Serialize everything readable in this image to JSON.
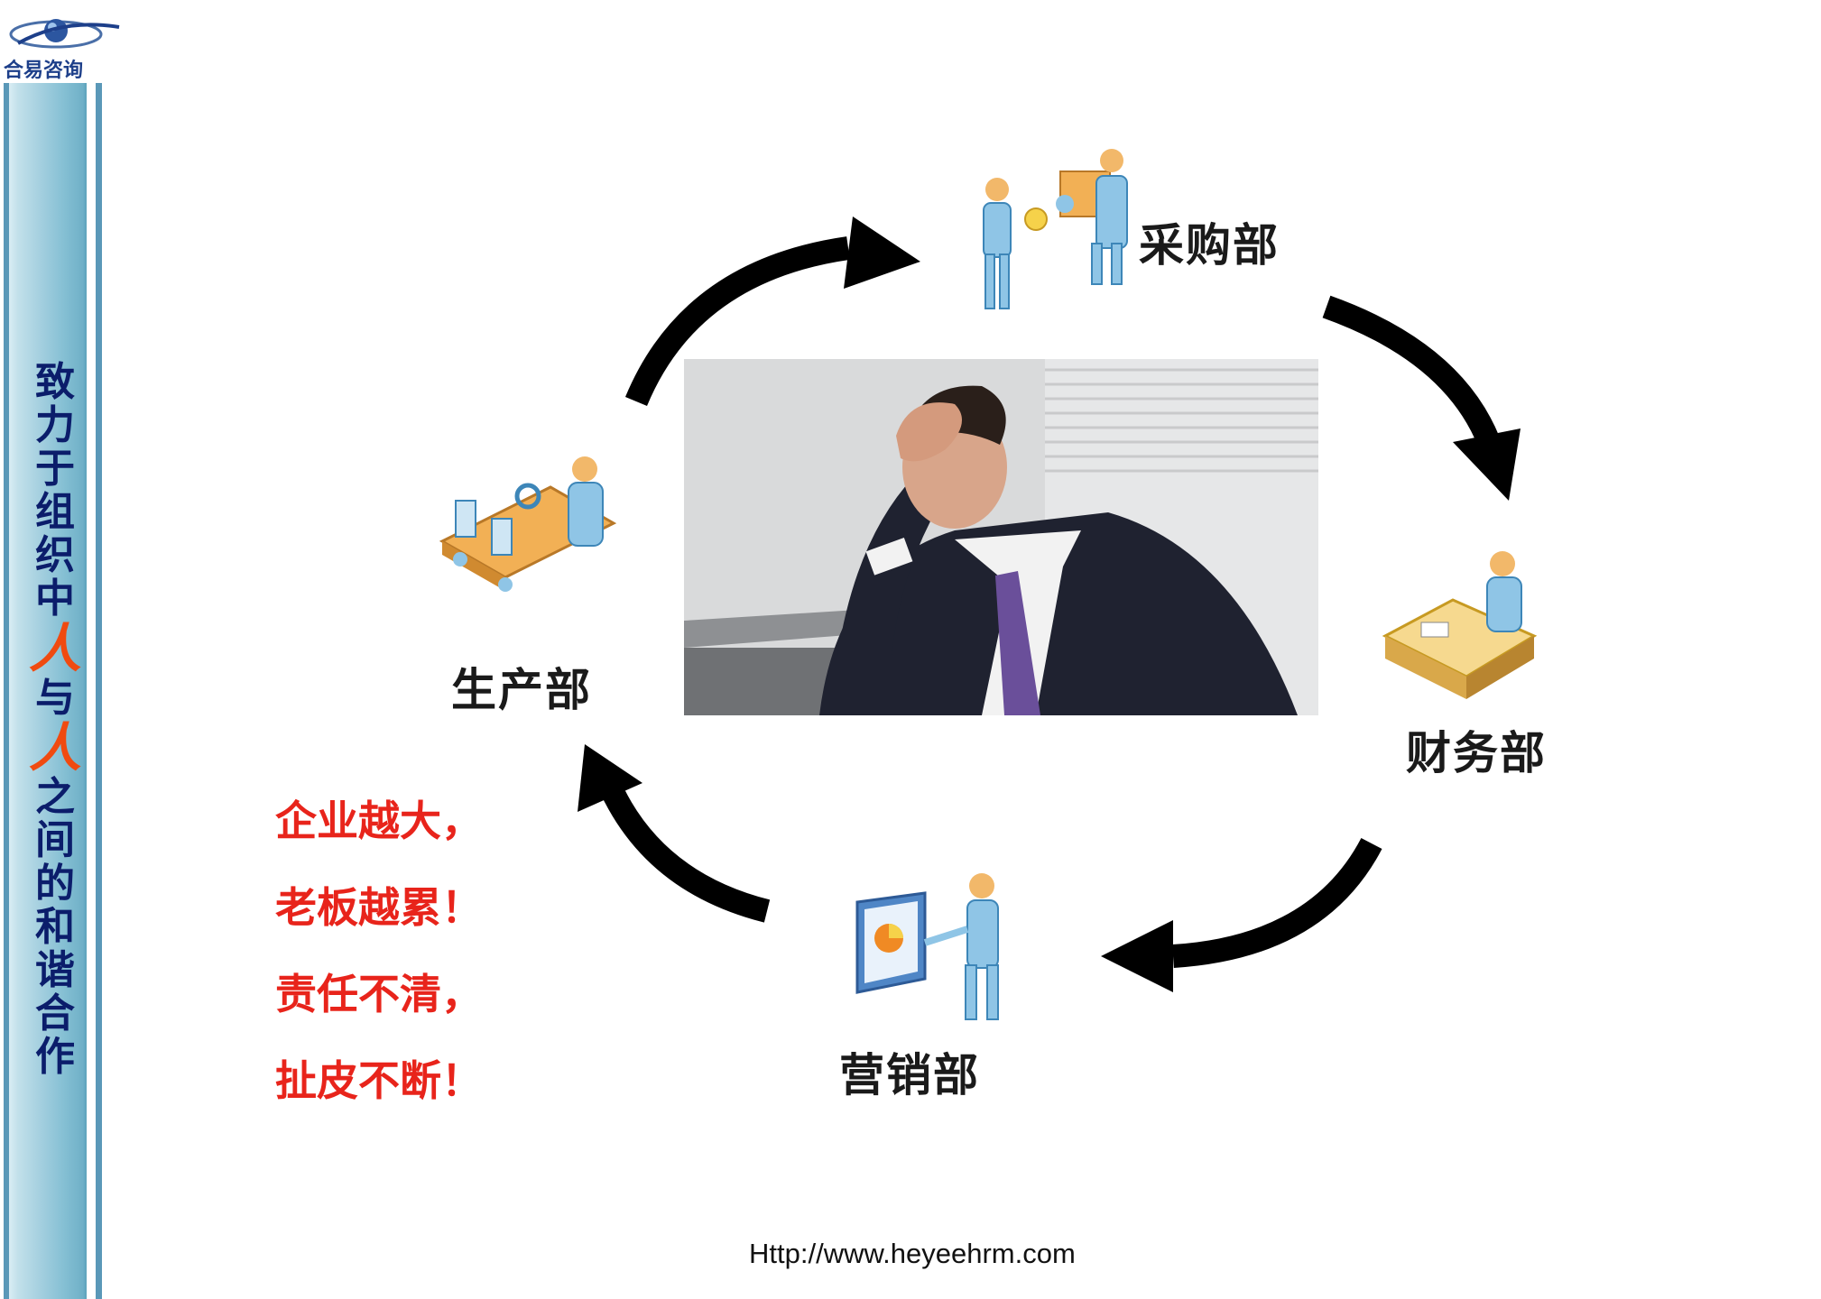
{
  "brand": {
    "logo_text": "合易咨询"
  },
  "slogan": {
    "lines": [
      "致",
      "力",
      "于",
      "组",
      "织",
      "中",
      "人",
      "与",
      "人",
      "之",
      "间",
      "的",
      "和",
      "谐",
      "合",
      "作"
    ]
  },
  "departments": {
    "purchasing": "采购部",
    "finance": "财务部",
    "marketing": "营销部",
    "production": "生产部"
  },
  "warning": {
    "line1": "企业越大，",
    "line2": "老板越累！",
    "line3": "责任不清，",
    "line4": "扯皮不断！"
  },
  "footer": {
    "url": "Http://www.heyeehrm.com"
  },
  "colors": {
    "sidebar_blue": "#86c0d4",
    "slogan_text": "#0b1d6b",
    "slogan_accent": "#f04a10",
    "warning_red": "#e8241b",
    "arrow_black": "#000000"
  }
}
